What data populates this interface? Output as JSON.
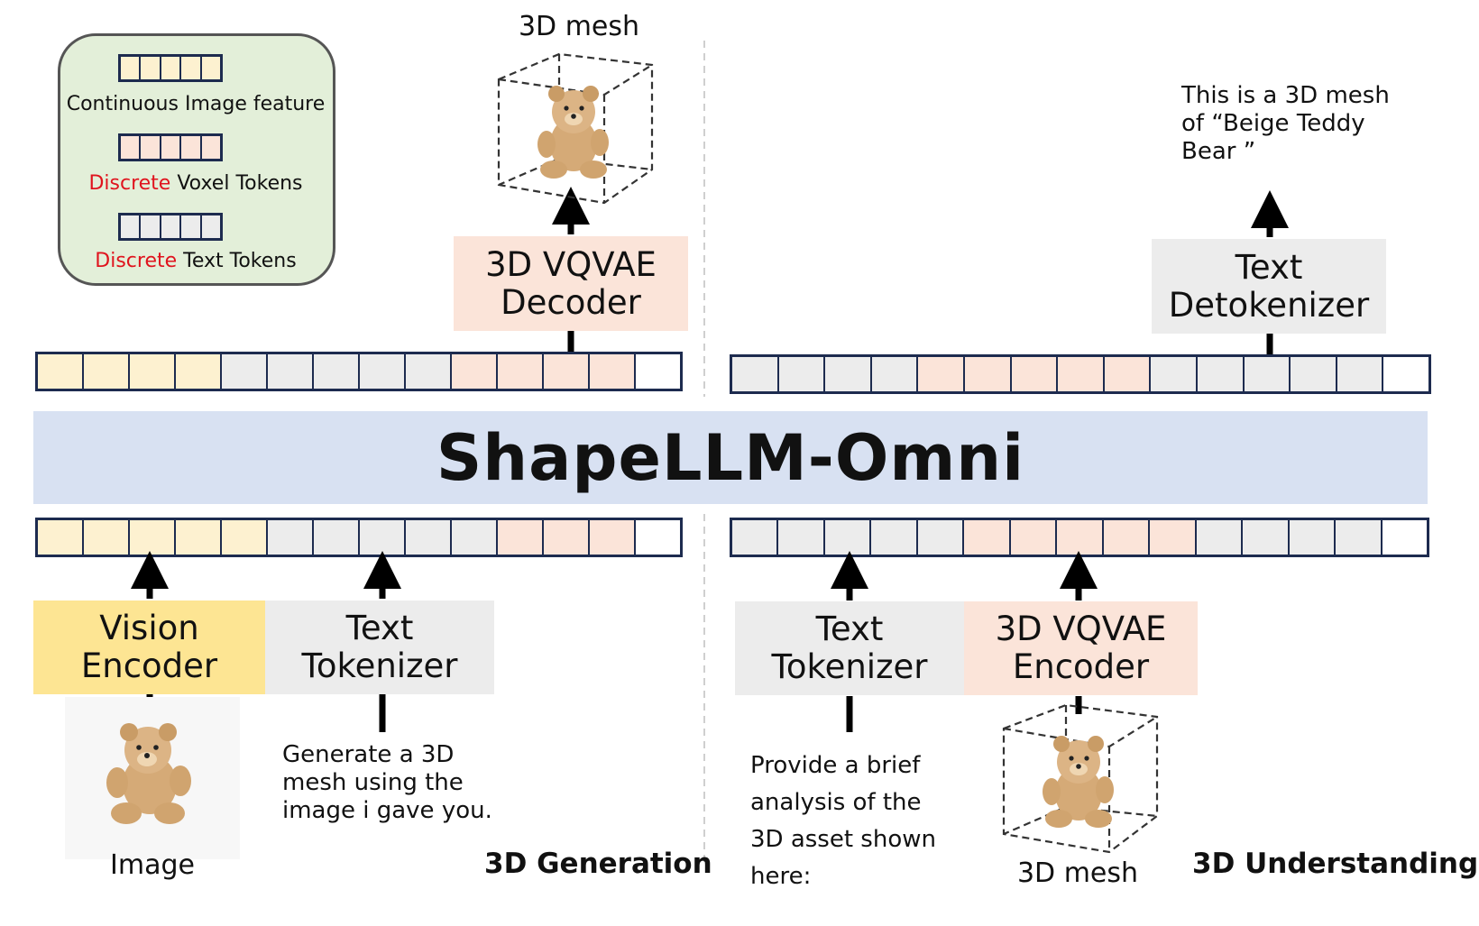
{
  "colors": {
    "image_feature": "#fdf1d0",
    "voxel_token": "#fbe4d9",
    "text_token": "#ececec",
    "end_token": "#ffffff",
    "strip_border": "#1d2b4f",
    "banner": "#d8e1f2",
    "legend_bg": "#e3efd9",
    "vision_encoder": "#fde593",
    "vqvae": "#fbe4d9",
    "tokenizer": "#ececec",
    "discrete_red": "#e0141e"
  },
  "legend": {
    "continuous": "Continuous Image feature",
    "discrete_word": "Discrete",
    "voxel": "Voxel Tokens",
    "text": "Text Tokens"
  },
  "banner": {
    "title": "ShapeLLM-Omni"
  },
  "generation": {
    "top_label": "3D mesh",
    "decoder": [
      "3D VQVAE",
      "Decoder"
    ],
    "vision_encoder": [
      "Vision",
      "Encoder"
    ],
    "text_tokenizer": [
      "Text",
      "Tokenizer"
    ],
    "image_label": "Image",
    "prompt": [
      "Generate a 3D",
      "mesh using the",
      "image i gave you."
    ],
    "section_label": "3D Generation",
    "top_strip": [
      "img",
      "img",
      "img",
      "img",
      "txt",
      "txt",
      "txt",
      "txt",
      "txt",
      "vox",
      "vox",
      "vox",
      "vox",
      "end"
    ],
    "bottom_strip": [
      "img",
      "img",
      "img",
      "img",
      "img",
      "txt",
      "txt",
      "txt",
      "txt",
      "txt",
      "vox",
      "vox",
      "vox",
      "end"
    ]
  },
  "understanding": {
    "response": [
      "This is a 3D mesh",
      "of “Beige Teddy",
      "Bear ”"
    ],
    "detokenizer": [
      "Text",
      "Detokenizer"
    ],
    "text_tokenizer": [
      "Text",
      "Tokenizer"
    ],
    "encoder": [
      "3D VQVAE",
      "Encoder"
    ],
    "prompt": [
      "Provide a brief",
      "analysis of the",
      "3D asset shown",
      "here:"
    ],
    "mesh_label": "3D mesh",
    "section_label": "3D Understanding",
    "top_strip": [
      "txt",
      "txt",
      "txt",
      "txt",
      "vox",
      "vox",
      "vox",
      "vox",
      "vox",
      "txt",
      "txt",
      "txt",
      "txt",
      "txt",
      "end"
    ],
    "bottom_strip": [
      "txt",
      "txt",
      "txt",
      "txt",
      "txt",
      "vox",
      "vox",
      "vox",
      "vox",
      "vox",
      "txt",
      "txt",
      "txt",
      "txt",
      "end"
    ]
  }
}
